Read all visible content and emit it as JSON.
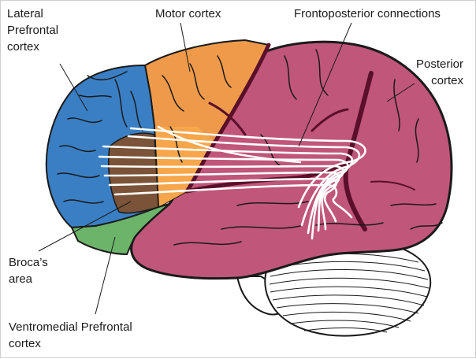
{
  "labels": {
    "lateral_prefrontal": [
      "Lateral",
      "Prefrontal",
      "cortex"
    ],
    "motor": "Motor cortex",
    "frontoposterior": "Frontoposterior connections",
    "posterior": [
      "Posterior",
      "cortex"
    ],
    "broca": [
      "Broca’s",
      "area"
    ],
    "ventromedial": [
      "Ventromedial Prefrontal",
      "cortex"
    ]
  },
  "colors": {
    "lateral_prefrontal": "#3a7fc4",
    "motor": "#ef9a4a",
    "premotor_orange": "#f7a64b",
    "broca": "#7a5338",
    "ventromedial": "#6cb46a",
    "posterior": "#c0567a",
    "sulcus_dark": "#5a0f2a",
    "cerebellum": "#ffffff",
    "outline": "#1a1a1a",
    "connections": "#ffffff"
  }
}
